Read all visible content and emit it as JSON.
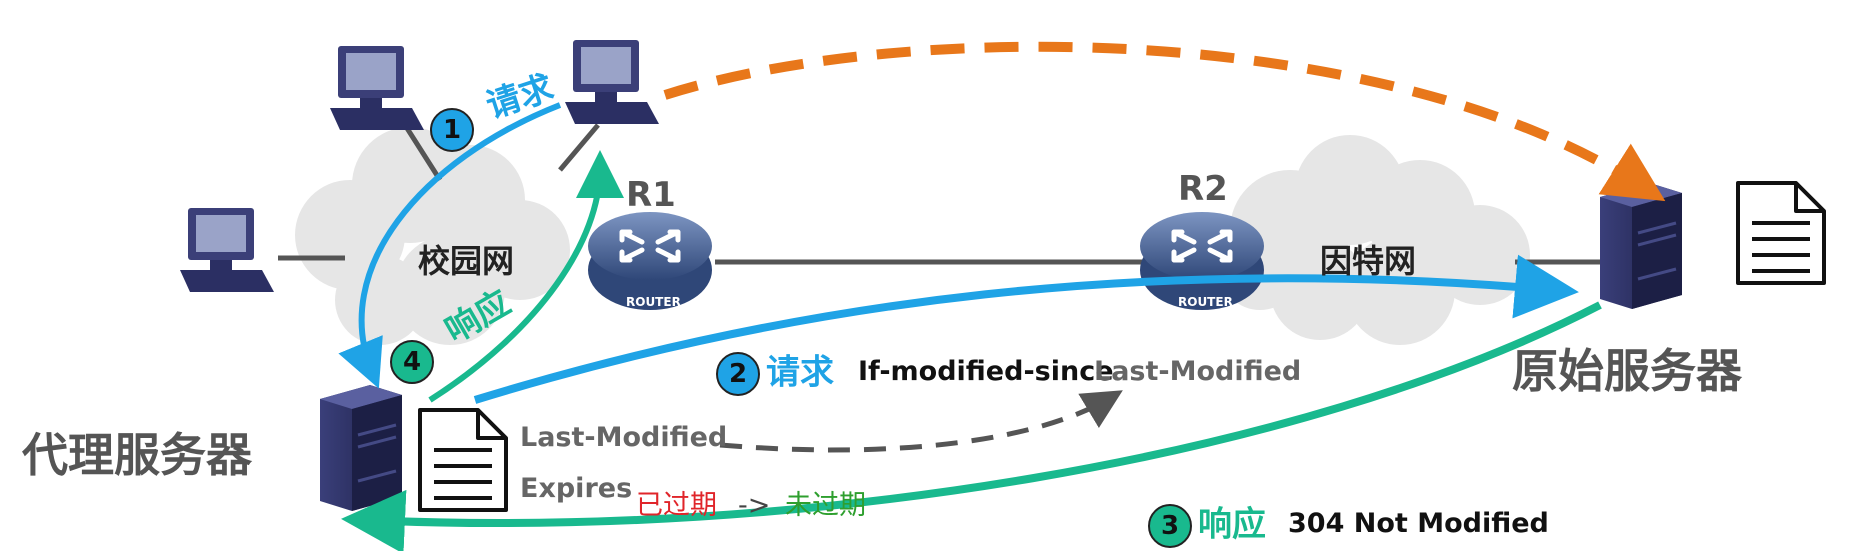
{
  "colors": {
    "cyan": "#1fa3e6",
    "teal": "#19b98e",
    "orange": "#e8771a",
    "darkdash": "#555555",
    "red": "#e0252a",
    "green": "#2e9f2e",
    "cloud": "#e6e6e6",
    "server": "#2b2f63",
    "router": "#4e6a9e"
  },
  "labels": {
    "campus_net": "校园网",
    "internet": "因特网",
    "r1": "R1",
    "r2": "R2",
    "router_text": "ROUTER",
    "proxy_server": "代理服务器",
    "origin_server": "原始服务器"
  },
  "steps": {
    "s1": {
      "num": "1",
      "text": "请求"
    },
    "s2": {
      "num": "2",
      "text": "请求",
      "header": "If-modified-since",
      "value": "Last-Modified"
    },
    "s3": {
      "num": "3",
      "text": "响应",
      "status": "304 Not Modified"
    },
    "s4": {
      "num": "4",
      "text": "响应"
    }
  },
  "cache_doc": {
    "last_modified": "Last-Modified",
    "expires": "Expires",
    "expired": "已过期",
    "arrow": "->",
    "not_expired": "未过期"
  },
  "icons": [
    "computer-icon",
    "router-icon",
    "server-icon",
    "document-icon",
    "cloud-icon"
  ]
}
